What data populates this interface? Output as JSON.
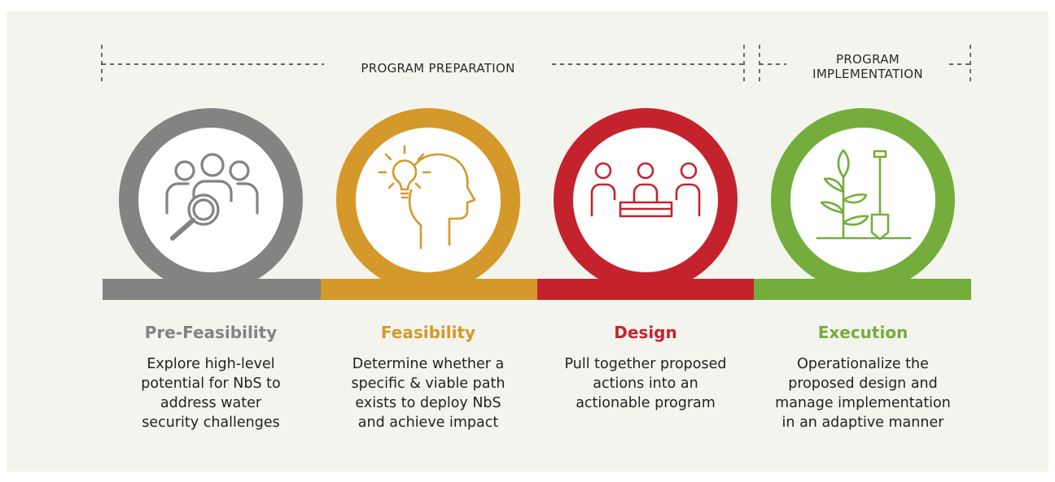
{
  "phases": {
    "preparation_label": "PROGRAM PREPARATION",
    "implementation_label_line1": "PROGRAM",
    "implementation_label_line2": "IMPLEMENTATION"
  },
  "colors": {
    "pre_feasibility": "#838383",
    "feasibility": "#d4992a",
    "design": "#c4232d",
    "execution": "#74ad3c"
  },
  "stages": [
    {
      "icon": "people-magnifier-icon",
      "title": "Pre-Feasibility",
      "desc": [
        "Explore high-level",
        "potential for NbS to",
        "address water",
        "security challenges"
      ]
    },
    {
      "icon": "lightbulb-head-icon",
      "title": "Feasibility",
      "desc": [
        "Determine whether a",
        "specific & viable path",
        "exists to deploy NbS",
        "and achieve impact"
      ]
    },
    {
      "icon": "meeting-table-icon",
      "title": "Design",
      "desc": [
        "Pull together proposed",
        "actions into an",
        "actionable program"
      ]
    },
    {
      "icon": "plant-shovel-icon",
      "title": "Execution",
      "desc": [
        "Operationalize the",
        "proposed design and",
        "manage implementation",
        "in an adaptive manner"
      ]
    }
  ]
}
